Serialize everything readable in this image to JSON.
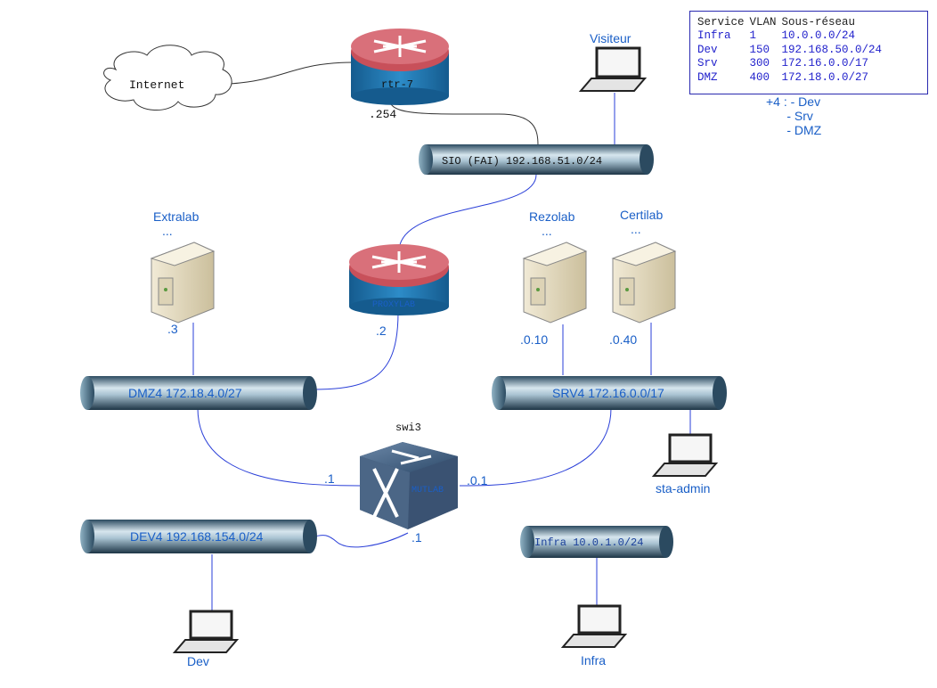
{
  "nodes": {
    "internet": "Internet",
    "rtr7": "rtr-7",
    "rtr7_ip": ".254",
    "visiteur": "Visiteur",
    "proxylab": "PROXYLAB",
    "proxylab_ip": ".2",
    "extralab": "Extralab",
    "extralab_dots": "...",
    "extralab_ip": ".3",
    "rezolab": "Rezolab",
    "rezolab_dots": "...",
    "rezolab_ip": ".0.10",
    "certilab": "Certilab",
    "certilab_dots": "...",
    "certilab_ip": ".0.40",
    "swi3": "swi3",
    "mutlab": "MUTLAB",
    "swi3_ip_dmz": ".1",
    "swi3_ip_srv": ".0.1",
    "swi3_ip_dev": ".1",
    "sta_admin": "sta-admin",
    "dev_laptop": "Dev",
    "infra_laptop": "Infra"
  },
  "networks": {
    "sio": "SIO (FAI) 192.168.51.0/24",
    "dmz4": "DMZ4 172.18.4.0/27",
    "srv4": "SRV4 172.16.0.0/17",
    "dev4": "DEV4 192.168.154.0/24",
    "infra": "Infra 10.0.1.0/24"
  },
  "vlan_table": {
    "headers": [
      "Service",
      "VLAN",
      "Sous-réseau"
    ],
    "rows": [
      [
        "Infra",
        "1",
        "10.0.0.0/24"
      ],
      [
        "Dev",
        "150",
        "192.168.50.0/24"
      ],
      [
        "Srv",
        "300",
        "172.16.0.0/17"
      ],
      [
        "DMZ",
        "400",
        "172.18.0.0/27"
      ]
    ],
    "note": [
      "+4 : - Dev",
      "      - Srv",
      "      - DMZ"
    ]
  },
  "colors": {
    "link": "#2a3fd8",
    "pipe_dark": "#1f3a4f",
    "pipe_light": "#c9dce6",
    "router_red": "#c8505a",
    "router_blue": "#1f6fa8",
    "label_blue": "#1a5fc7"
  }
}
